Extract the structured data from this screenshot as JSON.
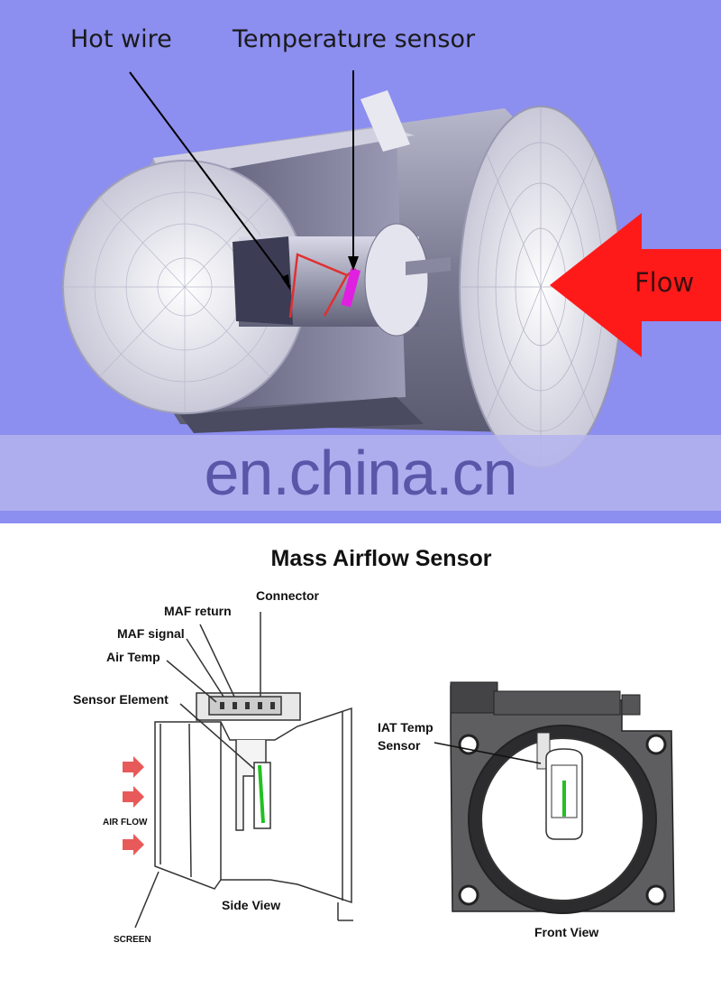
{
  "top_diagram": {
    "hot_wire_label": "Hot wire",
    "temperature_sensor_label": "Temperature sensor",
    "flow_label": "Flow",
    "watermark": "en.china.cn"
  },
  "bottom_diagram": {
    "title": "Mass Airflow Sensor",
    "side_view": {
      "connector": "Connector",
      "maf_return": "MAF return",
      "maf_signal": "MAF signal",
      "air_temp": "Air Temp",
      "sensor_element": "Sensor Element",
      "air_flow": "AIR FLOW",
      "screen": "SCREEN",
      "caption": "Side View"
    },
    "front_view": {
      "iat_line1": "IAT Temp",
      "iat_line2": "Sensor",
      "caption": "Front View"
    }
  },
  "colors": {
    "background_top": "#8c8ef0",
    "flow_arrow": "#ff1a1a",
    "temperature_sensor": "#e020e0",
    "hot_wire": "#e03030",
    "sensor_element_green": "#22c022",
    "airflow_arrows": "#e85a5a",
    "watermark_band": "#b4b4ee"
  }
}
